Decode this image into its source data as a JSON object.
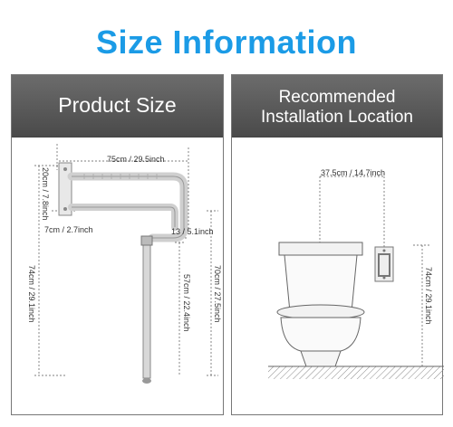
{
  "title": "Size Information",
  "left_panel": {
    "heading": "Product Size",
    "dimensions": {
      "length": "75cm / 29.5inch",
      "plate_height": "20cm / 7.8inch",
      "spacing": "7cm / 2.7inch",
      "bar_height": "13 / 5.1inch",
      "total_height": "74cm / 29.1inch",
      "overall_height": "70cm / 27.5inch",
      "leg_height": "57cm / 22.4inch"
    }
  },
  "right_panel": {
    "heading_line1": "Recommended",
    "heading_line2": "Installation Location",
    "dimensions": {
      "offset": "37.5cm / 14.7inch",
      "mount_height": "74cm / 29.1inch"
    }
  },
  "colors": {
    "title": "#1b9be6",
    "header_bg": "#5a5a5a"
  }
}
